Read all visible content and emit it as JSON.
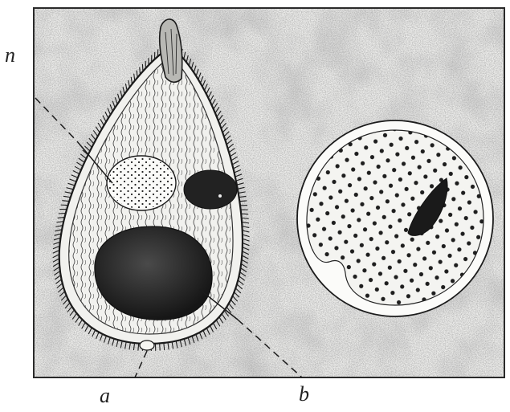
{
  "labels": {
    "n": "n",
    "a": "a",
    "b": "b"
  },
  "colors": {
    "paper": "#ffffff",
    "background_speckle": "#e4e4e2",
    "frame": "#2a2a2a",
    "ink": "#1b1b1b",
    "cell_fill": "#f1f1ee",
    "nucleus_dark": "#242424"
  }
}
